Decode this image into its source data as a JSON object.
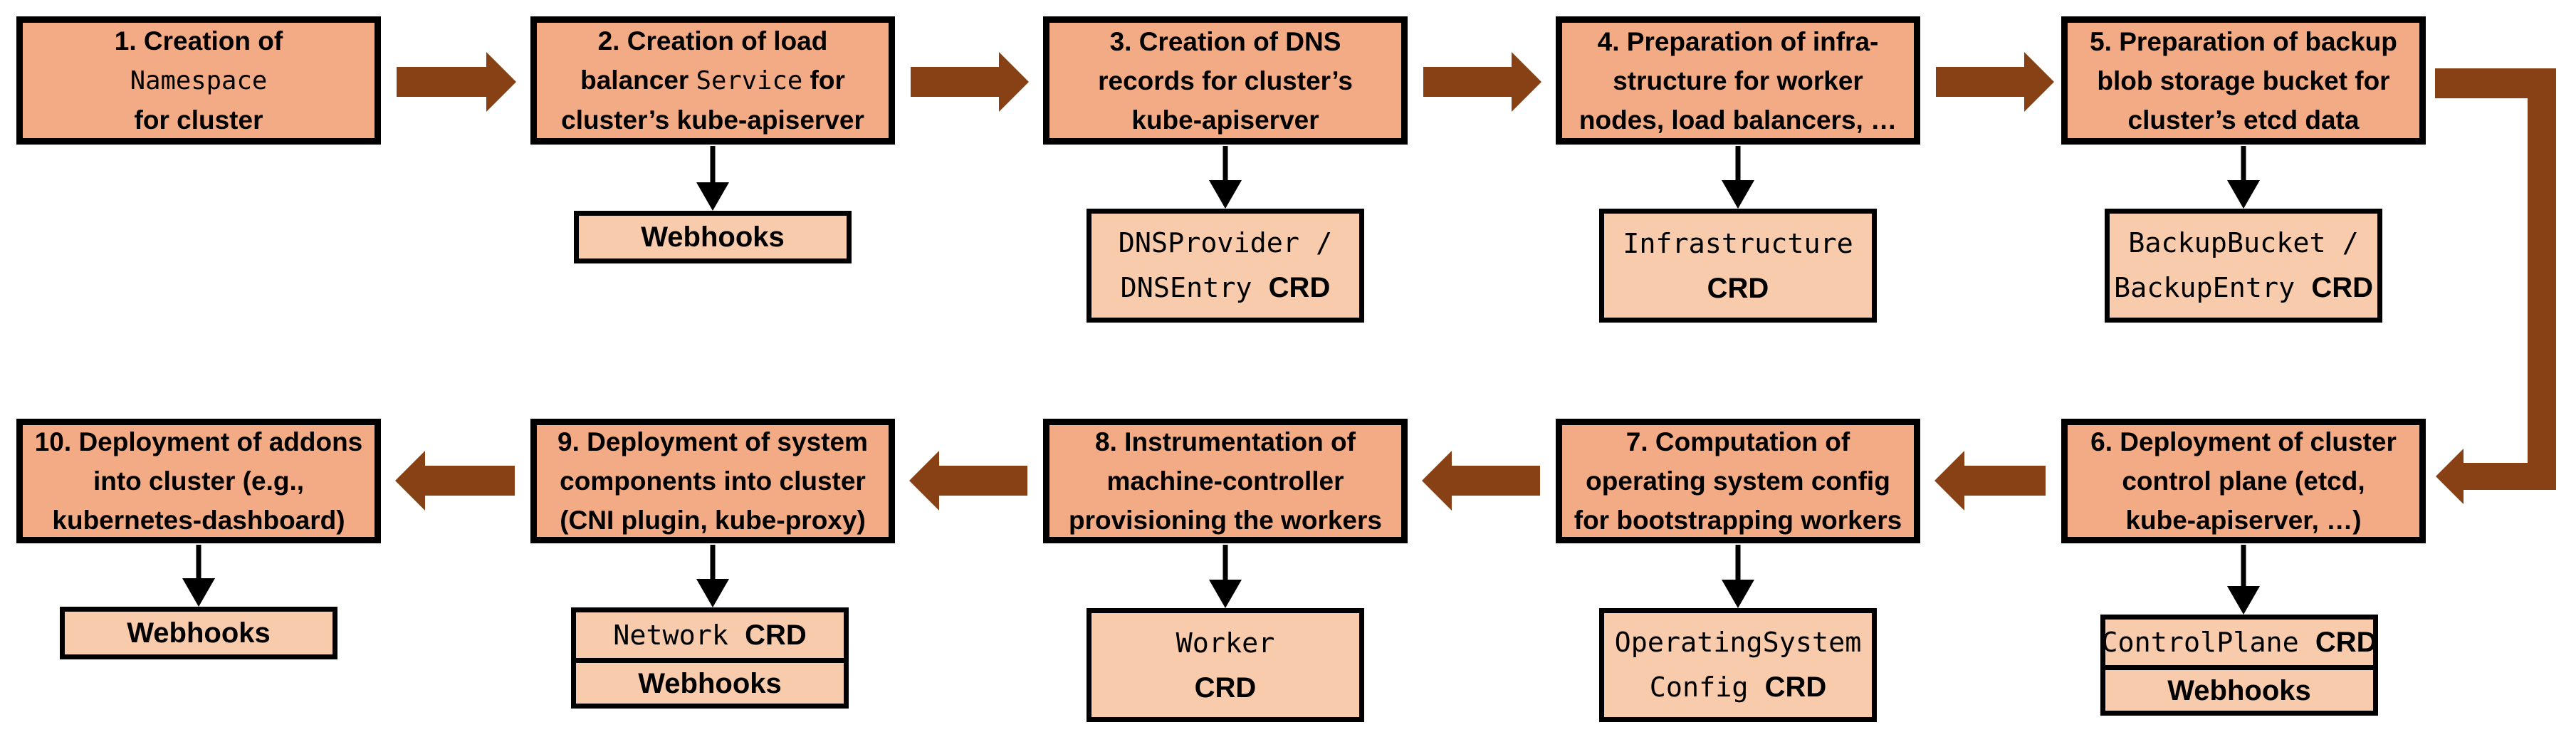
{
  "diagram": {
    "description": "Cluster creation flow, steps 1-10 with CRD and Webhooks extension points",
    "colors": {
      "step_fill": "#F2AB84",
      "sub_fill": "#F7CBAC",
      "connector_brown": "#874114",
      "thin_arrow_black": "#000000",
      "border": "#000000",
      "background": "#FFFFFF"
    },
    "steps": [
      {
        "id": "1",
        "lines": [
          [
            {
              "t": "1. Creation of"
            }
          ],
          [
            {
              "t": "Namespace",
              "f": "mono"
            }
          ],
          [
            {
              "t": "for cluster"
            }
          ]
        ],
        "sub": null
      },
      {
        "id": "2",
        "lines": [
          [
            {
              "t": "2. Creation of load"
            }
          ],
          [
            {
              "t": "balancer "
            },
            {
              "t": "Service",
              "f": "mono"
            },
            {
              "t": " for"
            }
          ],
          [
            {
              "t": "cluster’s kube-apiserver"
            }
          ]
        ],
        "sub": {
          "cells": [
            {
              "lines": [
                [
                  {
                    "t": "Webhooks"
                  }
                ]
              ]
            }
          ]
        }
      },
      {
        "id": "3",
        "lines": [
          [
            {
              "t": "3. Creation of DNS"
            }
          ],
          [
            {
              "t": "records for cluster’s"
            }
          ],
          [
            {
              "t": "kube-apiserver"
            }
          ]
        ],
        "sub": {
          "cells": [
            {
              "lines": [
                [
                  {
                    "t": "DNSProvider /",
                    "f": "mono"
                  }
                ],
                [
                  {
                    "t": "DNSEntry ",
                    "f": "mono"
                  },
                  {
                    "t": "CRD"
                  }
                ]
              ]
            }
          ]
        }
      },
      {
        "id": "4",
        "lines": [
          [
            {
              "t": "4. Preparation of infra-"
            }
          ],
          [
            {
              "t": "structure for worker"
            }
          ],
          [
            {
              "t": "nodes, load balancers, …"
            }
          ]
        ],
        "sub": {
          "cells": [
            {
              "lines": [
                [
                  {
                    "t": "Infrastructure",
                    "f": "mono"
                  }
                ],
                [
                  {
                    "t": "CRD"
                  }
                ]
              ]
            }
          ]
        }
      },
      {
        "id": "5",
        "lines": [
          [
            {
              "t": "5. Preparation of backup"
            }
          ],
          [
            {
              "t": "blob storage bucket for"
            }
          ],
          [
            {
              "t": "cluster’s etcd data"
            }
          ]
        ],
        "sub": {
          "cells": [
            {
              "lines": [
                [
                  {
                    "t": "BackupBucket /",
                    "f": "mono"
                  }
                ],
                [
                  {
                    "t": "BackupEntry ",
                    "f": "mono"
                  },
                  {
                    "t": "CRD"
                  }
                ]
              ]
            }
          ]
        }
      },
      {
        "id": "6",
        "lines": [
          [
            {
              "t": "6. Deployment of cluster"
            }
          ],
          [
            {
              "t": "control plane (etcd,"
            }
          ],
          [
            {
              "t": "kube-apiserver, …)"
            }
          ]
        ],
        "sub": {
          "cells": [
            {
              "lines": [
                [
                  {
                    "t": "ControlPlane ",
                    "f": "mono"
                  },
                  {
                    "t": "CRD"
                  }
                ]
              ]
            },
            {
              "lines": [
                [
                  {
                    "t": "Webhooks"
                  }
                ]
              ]
            }
          ]
        }
      },
      {
        "id": "7",
        "lines": [
          [
            {
              "t": "7. Computation of"
            }
          ],
          [
            {
              "t": "operating system config"
            }
          ],
          [
            {
              "t": "for bootstrapping workers"
            }
          ]
        ],
        "sub": {
          "cells": [
            {
              "lines": [
                [
                  {
                    "t": "OperatingSystem",
                    "f": "mono"
                  }
                ],
                [
                  {
                    "t": "Config ",
                    "f": "mono"
                  },
                  {
                    "t": "CRD"
                  }
                ]
              ]
            }
          ]
        }
      },
      {
        "id": "8",
        "lines": [
          [
            {
              "t": "8. Instrumentation of"
            }
          ],
          [
            {
              "t": "machine-controller"
            }
          ],
          [
            {
              "t": "provisioning the workers"
            }
          ]
        ],
        "sub": {
          "cells": [
            {
              "lines": [
                [
                  {
                    "t": "Worker",
                    "f": "mono"
                  }
                ],
                [
                  {
                    "t": "CRD"
                  }
                ]
              ]
            }
          ]
        }
      },
      {
        "id": "9",
        "lines": [
          [
            {
              "t": "9. Deployment of system"
            }
          ],
          [
            {
              "t": "components into cluster"
            }
          ],
          [
            {
              "t": "(CNI plugin, kube-proxy)"
            }
          ]
        ],
        "sub": {
          "cells": [
            {
              "lines": [
                [
                  {
                    "t": "Network ",
                    "f": "mono"
                  },
                  {
                    "t": "CRD"
                  }
                ]
              ]
            },
            {
              "lines": [
                [
                  {
                    "t": "Webhooks"
                  }
                ]
              ]
            }
          ]
        }
      },
      {
        "id": "10",
        "lines": [
          [
            {
              "t": "10. Deployment of addons"
            }
          ],
          [
            {
              "t": "into cluster (e.g.,"
            }
          ],
          [
            {
              "t": "kubernetes-dashboard)"
            }
          ]
        ],
        "sub": {
          "cells": [
            {
              "lines": [
                [
                  {
                    "t": "Webhooks"
                  }
                ]
              ]
            }
          ]
        }
      }
    ],
    "connectors": {
      "top_row_direction": "left-to-right",
      "bottom_row_direction": "right-to-left",
      "wrap": "elbow from step 5 down to step 6"
    }
  }
}
